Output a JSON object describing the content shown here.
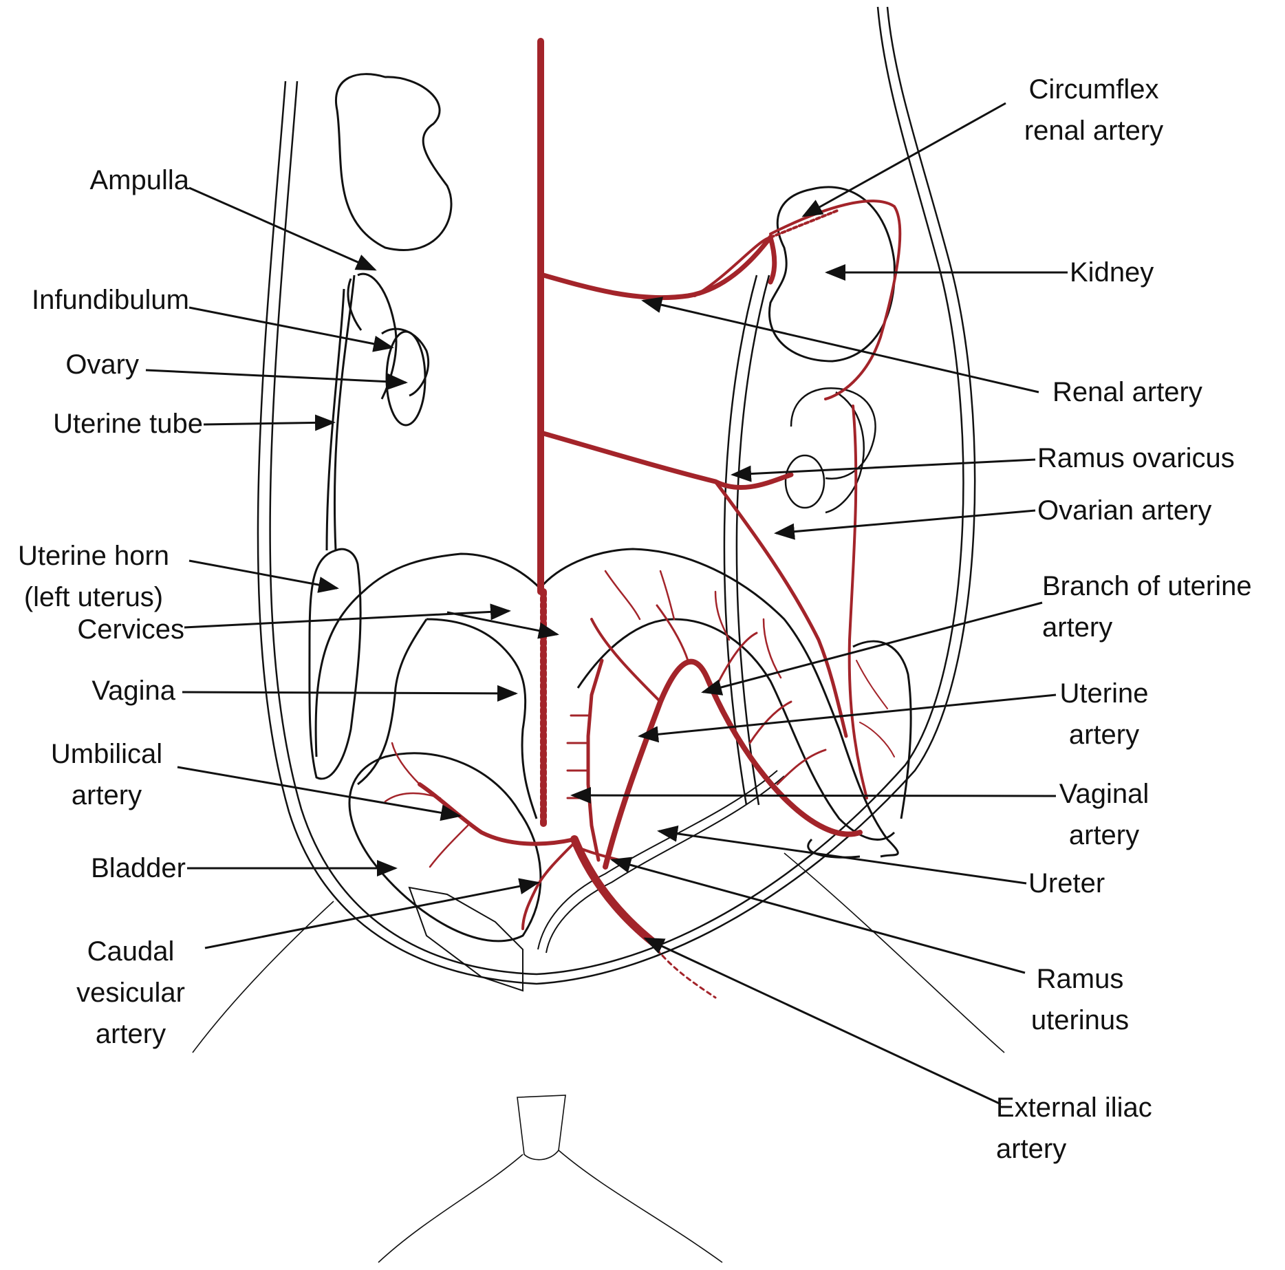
{
  "labels": {
    "ampulla": "Ampulla",
    "infundibulum": "Infundibulum",
    "ovary": "Ovary",
    "uterine_tube": "Uterine tube",
    "uterine_horn": [
      "Uterine horn",
      "(left uterus)"
    ],
    "cervices": "Cervices",
    "vagina": "Vagina",
    "umbilical_artery": [
      "Umbilical",
      "artery"
    ],
    "bladder": "Bladder",
    "caudal_vesicular_artery": [
      "Caudal",
      "vesicular",
      "artery"
    ],
    "circumflex_renal_artery": [
      "Circumflex",
      "renal artery"
    ],
    "kidney": "Kidney",
    "renal_artery": "Renal artery",
    "ramus_ovaricus": "Ramus ovaricus",
    "ovarian_artery": "Ovarian artery",
    "branch_of_uterine_artery": [
      "Branch of uterine",
      "artery"
    ],
    "uterine_artery": [
      "Uterine",
      "artery"
    ],
    "vaginal_artery": [
      "Vaginal",
      "artery"
    ],
    "ureter": "Ureter",
    "ramus_uterinus": [
      "Ramus",
      "uterinus"
    ],
    "external_iliac_artery": [
      "External iliac",
      "artery"
    ]
  },
  "colors": {
    "artery": "#a3242a",
    "outline": "#111111",
    "background": "#ffffff"
  }
}
